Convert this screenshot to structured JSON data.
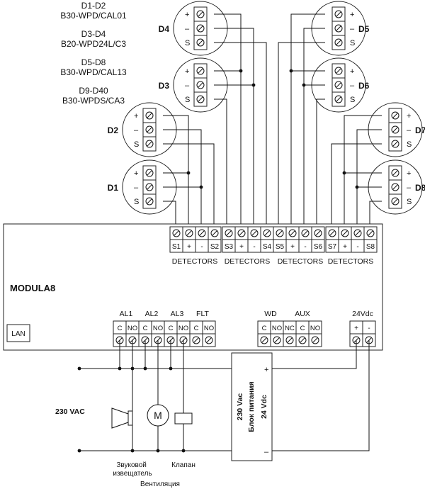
{
  "models": [
    {
      "range": "D1-D2",
      "model": "B30-WPD/CAL01"
    },
    {
      "range": "D3-D4",
      "model": "B20-WPD24L/C3"
    },
    {
      "range": "D5-D8",
      "model": "B30-WPD/CAL13"
    },
    {
      "range": "D9-D40",
      "model": "B30-WPDS/CA3"
    }
  ],
  "detector_pins": [
    "+",
    "–",
    "S"
  ],
  "detectors": [
    {
      "id": "D4",
      "label": "D4"
    },
    {
      "id": "D3",
      "label": "D3"
    },
    {
      "id": "D2",
      "label": "D2"
    },
    {
      "id": "D1",
      "label": "D1"
    },
    {
      "id": "D5",
      "label": "D5"
    },
    {
      "id": "D6",
      "label": "D6"
    },
    {
      "id": "D7",
      "label": "D7"
    },
    {
      "id": "D8",
      "label": "D8"
    }
  ],
  "module": {
    "name": "MODULA8",
    "lan": "LAN",
    "detector_terminals": [
      "S1",
      "+",
      "-",
      "S2",
      "S3",
      "+",
      "-",
      "S4",
      "S5",
      "+",
      "-",
      "S6",
      "S7",
      "+",
      "-",
      "S8"
    ],
    "detectors_caption": "DETECTORS",
    "relays": [
      {
        "label": "AL1",
        "contacts": [
          "C",
          "NO"
        ]
      },
      {
        "label": "AL2",
        "contacts": [
          "C",
          "NO"
        ]
      },
      {
        "label": "AL3",
        "contacts": [
          "C",
          "NO"
        ]
      },
      {
        "label": "FLT",
        "contacts": [
          "C",
          "NO"
        ]
      }
    ],
    "aux_outputs": [
      {
        "label": "WD",
        "contacts": [
          "C",
          "NO"
        ]
      },
      {
        "label": "AUX",
        "contacts": [
          "NC",
          "C",
          "NO"
        ]
      }
    ],
    "power": {
      "label": "24Vdc",
      "pins": [
        "+",
        "-"
      ]
    }
  },
  "power_supply": {
    "in": "230 Vac",
    "name": "Блок питания",
    "out": "24 Vdc",
    "plus": "+",
    "minus": "–"
  },
  "mains": "230 VAC",
  "loads": {
    "motor_symbol": "M",
    "siren": "Звуковой\nизвещатель",
    "ventilation": "Вентиляция",
    "valve": "Клапан"
  }
}
